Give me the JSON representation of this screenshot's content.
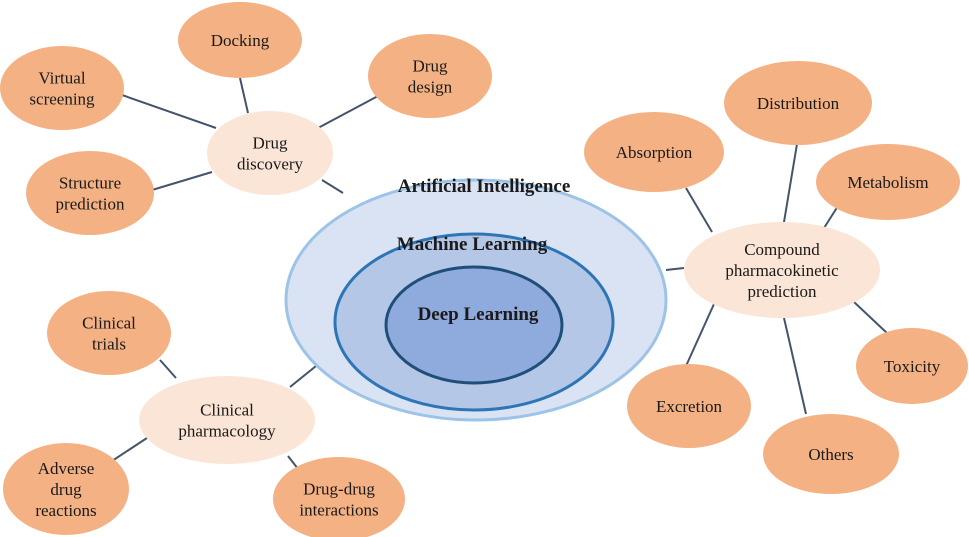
{
  "core": {
    "ai": "Artificial Intelligence",
    "ml": "Machine Learning",
    "dl": "Deep Learning"
  },
  "colors": {
    "leaf_fill": "#F4B183",
    "hub_fill": "#FBE5D6",
    "line": "#44546A",
    "ai_fill": "#DAE3F3",
    "ai_stroke": "#9DC3E6",
    "ml_fill": "#B4C7E7",
    "ml_stroke": "#2E75B6",
    "dl_fill": "#8FAADC",
    "dl_stroke": "#1F4E79"
  },
  "groups": {
    "drug_discovery": {
      "label": [
        "Drug",
        "discovery"
      ],
      "leaves": {
        "docking": [
          "Docking"
        ],
        "virtual_screening": [
          "Virtual",
          "screening"
        ],
        "drug_design": [
          "Drug",
          "design"
        ],
        "structure_prediction": [
          "Structure",
          "prediction"
        ]
      }
    },
    "pk_prediction": {
      "label": [
        "Compound",
        "pharmacokinetic",
        "prediction"
      ],
      "leaves": {
        "absorption": [
          "Absorption"
        ],
        "distribution": [
          "Distribution"
        ],
        "metabolism": [
          "Metabolism"
        ],
        "toxicity": [
          "Toxicity"
        ],
        "excretion": [
          "Excretion"
        ],
        "others": [
          "Others"
        ]
      }
    },
    "clinical_pharmacology": {
      "label": [
        "Clinical",
        "pharmacology"
      ],
      "leaves": {
        "clinical_trials": [
          "Clinical",
          "trials"
        ],
        "adverse_drug_reactions": [
          "Adverse",
          "drug",
          "reactions"
        ],
        "drug_drug_interactions": [
          "Drug-drug",
          "interactions"
        ]
      }
    }
  }
}
